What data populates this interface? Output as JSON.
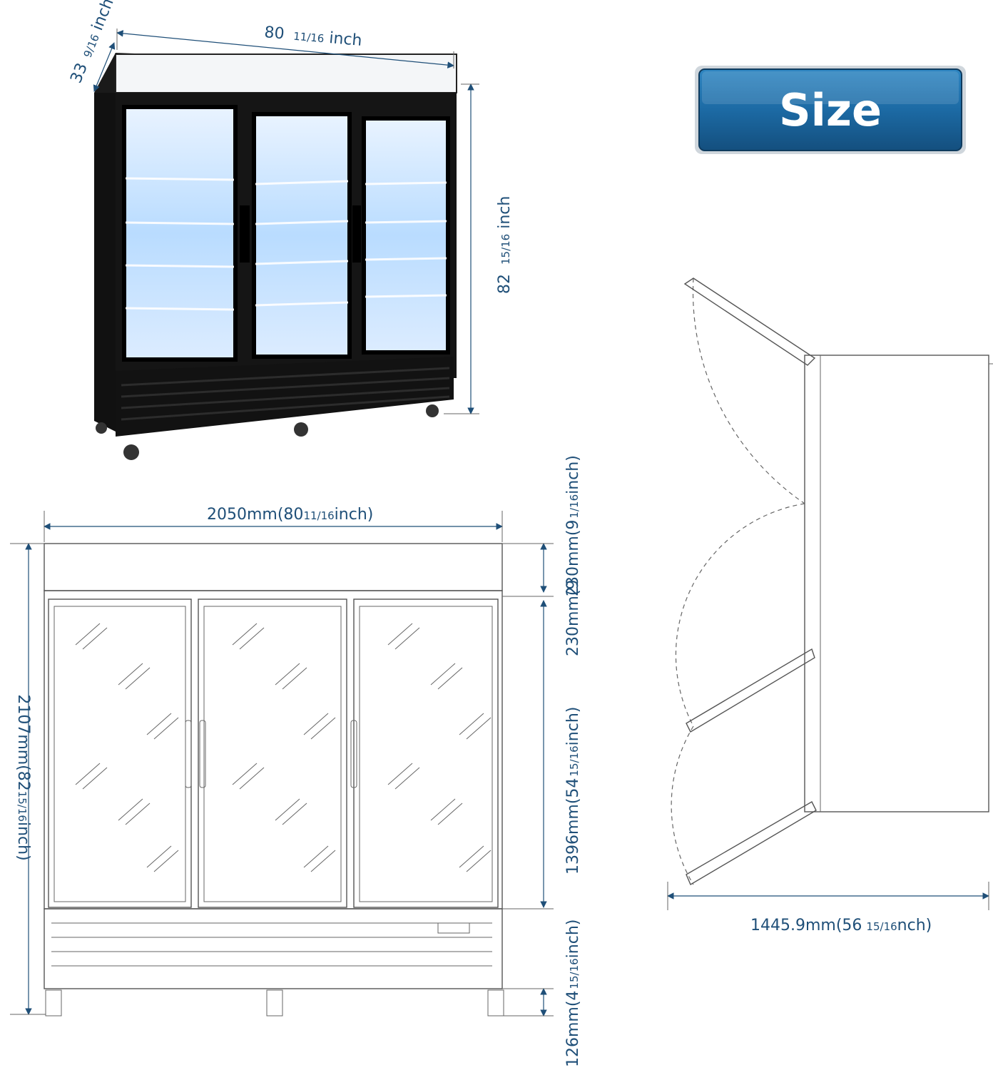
{
  "badge": {
    "label": "Size"
  },
  "photo_dims": {
    "depth": "33",
    "depth_frac": "9/16",
    "depth_unit": "inch",
    "width": "80",
    "width_frac": "11/16",
    "width_unit": "inch",
    "height": "82",
    "height_frac": "15/16",
    "height_unit": "inch"
  },
  "front_dims": {
    "width": "2050mm(80",
    "width_frac": "11/16",
    "width_unit": "inch)",
    "total_height": "2107mm(82",
    "total_height_frac": "15/16",
    "total_height_unit": "inch)",
    "top_section": "230mm(9",
    "top_section_frac": "1/16",
    "top_section_unit": "inch)",
    "door_height": "1396mm(54",
    "door_height_frac": "15/16",
    "door_height_unit": "inch)",
    "base_height": "126mm(4",
    "base_height_frac": "15/16",
    "base_height_unit": "inch)",
    "mid_label": "230mm(9"
  },
  "top_view_dims": {
    "width": "1445.9mm(56",
    "width_frac": "15/16",
    "width_unit": "nch)"
  },
  "colors": {
    "dimension_text": "#1f4f78",
    "badge_fill": "#1c5f92",
    "cabinet_dark": "#141414",
    "glass_light": "#cfe6ff"
  }
}
